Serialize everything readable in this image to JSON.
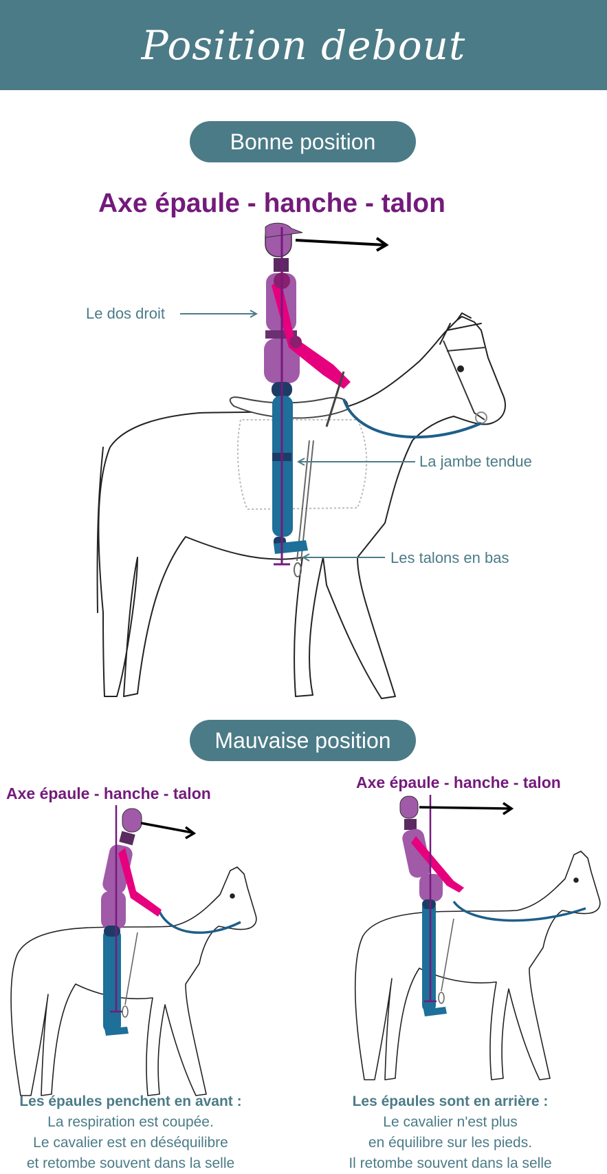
{
  "header": {
    "title": "Position debout"
  },
  "good": {
    "section_label": "Bonne position",
    "axis_title": "Axe épaule - hanche - talon",
    "labels": {
      "back": "Le dos droit",
      "leg": "La jambe tendue",
      "heels": "Les talons en bas"
    }
  },
  "bad": {
    "section_label": "Mauvaise position",
    "left": {
      "axis_title": "Axe épaule - hanche - talon",
      "caption_title": "Les épaules penchent en avant :",
      "caption_lines": [
        "La respiration est coupée.",
        "Le cavalier est en déséquilibre",
        "et retombe souvent dans la selle"
      ]
    },
    "right": {
      "axis_title": "Axe épaule - hanche - talon",
      "caption_title": "Les épaules sont en arrière :",
      "caption_lines": [
        "Le cavalier n'est plus",
        "en équilibre sur les pieds.",
        "Il retombe souvent dans la selle"
      ]
    }
  },
  "colors": {
    "header_bg": "#4b7b87",
    "accent_purple": "#741a7c",
    "rider_body": "#a05aa8",
    "rider_arm": "#e6007e",
    "rider_leg": "#1e6f99",
    "rein": "#1e5f8a",
    "label_teal": "#4b7b87"
  }
}
